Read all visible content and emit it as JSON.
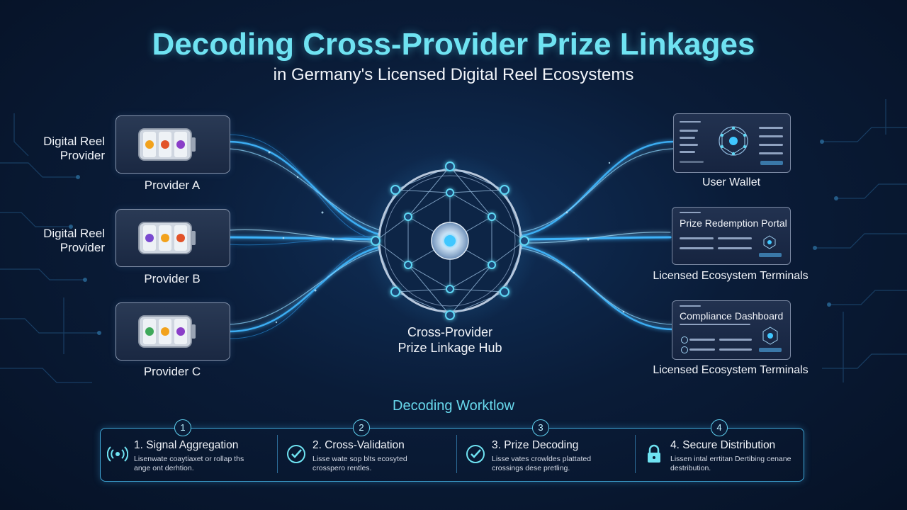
{
  "title": "Decoding Cross-Provider Prize Linkages",
  "subtitle": "in Germany's Licensed Digital Reel Ecosystems",
  "providers": [
    {
      "label": "Digital Reel\nProvider",
      "name": "Provider A"
    },
    {
      "label": "Digital Reel\nProvider",
      "name": "Provider B"
    },
    {
      "label": "",
      "name": "Provider C"
    }
  ],
  "hub": {
    "label": "Cross-Provider\nPrize Linkage Hub"
  },
  "terminals": [
    {
      "panel_title": "",
      "label": "User Wallet"
    },
    {
      "panel_title": "Prize Redemption Portal",
      "label": "Licensed Ecosystem Terminals"
    },
    {
      "panel_title": "Compliance Dashboard",
      "label": "Licensed Ecosystem Terminals"
    }
  ],
  "workflow": {
    "title": "Decoding Worktlow",
    "steps": [
      {
        "number": "1",
        "name": "1. Signal Aggregation",
        "desc": "Lisenwate coaytiaxet or rollap ths ange ont derhtion.",
        "icon": "signal-icon"
      },
      {
        "number": "2",
        "name": "2. Cross-Validation",
        "desc": "Lisse wate sop blts ecosyted crosspero rentles.",
        "icon": "check-icon"
      },
      {
        "number": "3",
        "name": "3. Prize Decoding",
        "desc": "Lisse vates crowldes plattated crossings dese pretling.",
        "icon": "check-icon"
      },
      {
        "number": "4",
        "name": "4. Secure Distribution",
        "desc": "Lissen intal errtitan Dertibing cenane destribution.",
        "icon": "lock-icon"
      }
    ]
  },
  "colors": {
    "accent": "#6fe3f2",
    "glow": "#3fb7ff",
    "node": "#5fd8f5",
    "background": "#0a1c38"
  }
}
